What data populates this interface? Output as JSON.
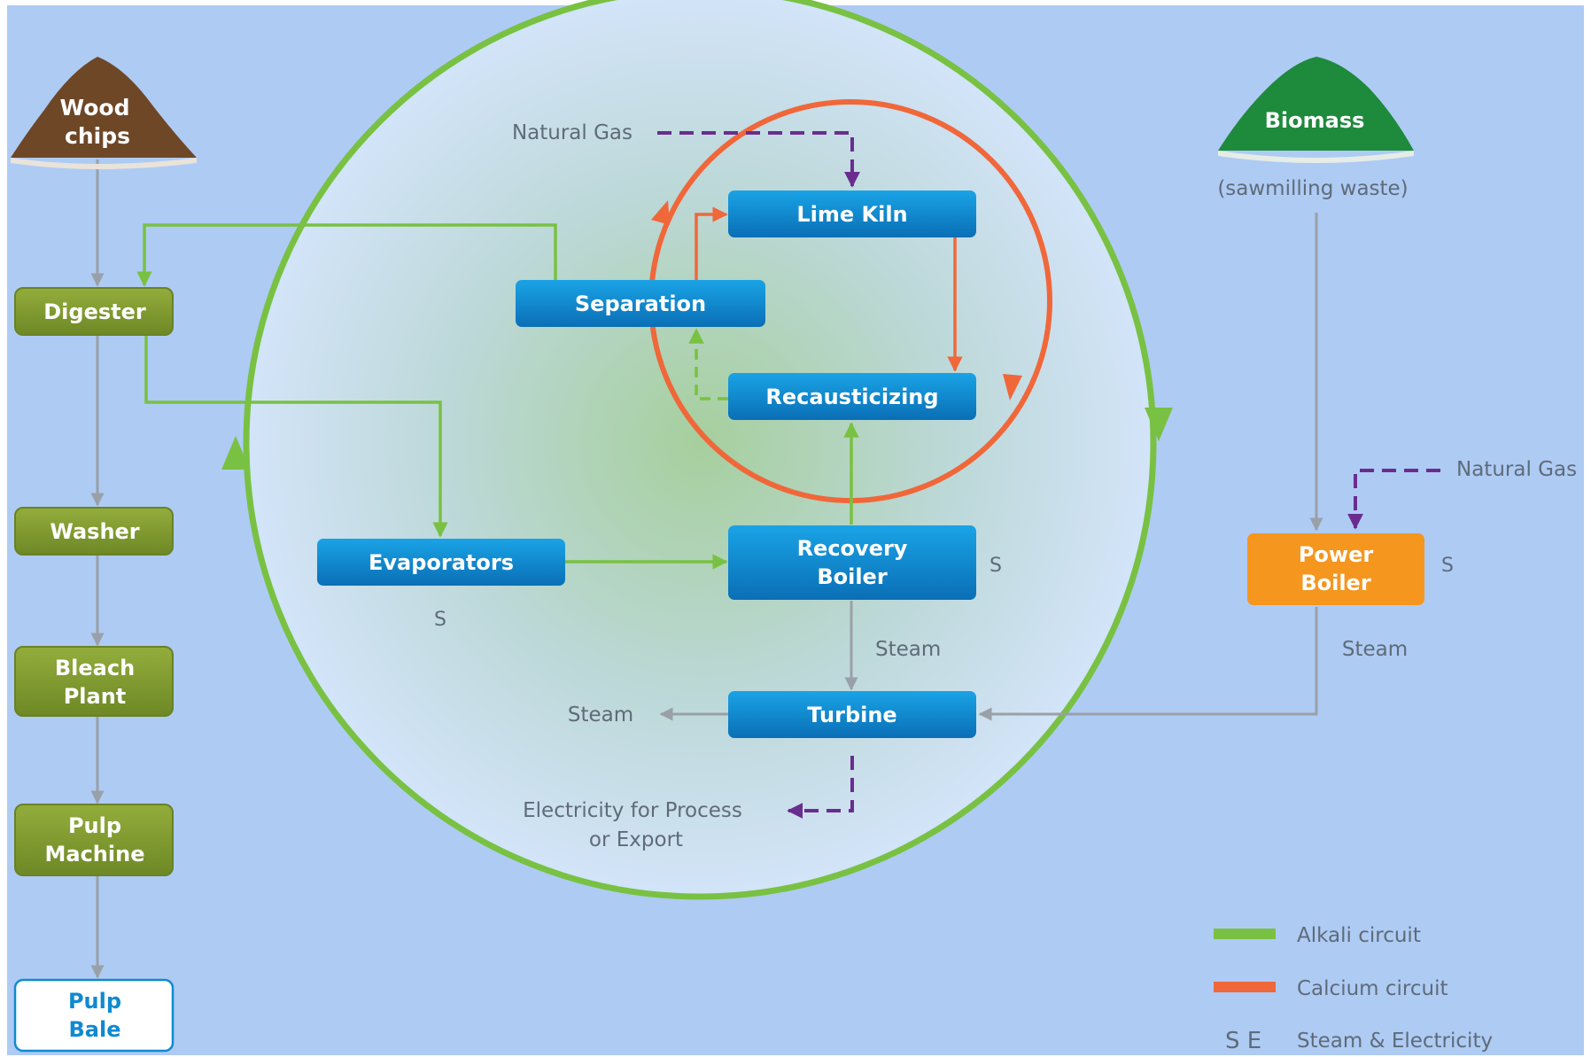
{
  "colors": {
    "background": "#aecbf4",
    "alkali": "#79c142",
    "calcium": "#f0673a",
    "steam_line": "#9aa0a8",
    "gas_line": "#6a2d8f",
    "olive_box": "#7f9a2d",
    "blue_box": "#0f8ad0",
    "power_boiler": "#f5961f",
    "wood_pile": "#6e4727",
    "biomass_pile": "#1e8a3c"
  },
  "inputs": {
    "wood_chips": [
      "Wood",
      "chips"
    ],
    "biomass": "Biomass",
    "biomass_note": "(sawmilling waste)"
  },
  "left_process": {
    "digester": "Digester",
    "washer": "Washer",
    "bleach_plant": [
      "Bleach",
      "Plant"
    ],
    "pulp_machine": [
      "Pulp",
      "Machine"
    ],
    "pulp_bale": [
      "Pulp",
      "Bale"
    ]
  },
  "center_process": {
    "lime_kiln": "Lime Kiln",
    "separation": "Separation",
    "recausticizing": "Recausticizing",
    "evaporators": "Evaporators",
    "recovery_boiler": [
      "Recovery",
      "Boiler"
    ],
    "turbine": "Turbine"
  },
  "power_boiler": [
    "Power",
    "Boiler"
  ],
  "labels": {
    "natural_gas_top": "Natural Gas",
    "natural_gas_right": "Natural Gas",
    "steam_recovery": "Steam",
    "steam_power": "Steam",
    "steam_out": "Steam",
    "electricity": [
      "Electricity for Process",
      "or Export"
    ],
    "s_evaporators": "S",
    "s_recovery": "S",
    "s_power": "S"
  },
  "legend": {
    "alkali": "Alkali circuit",
    "calcium": "Calcium circuit",
    "se_symbol": "S E",
    "se_text": "Steam & Electricity"
  }
}
